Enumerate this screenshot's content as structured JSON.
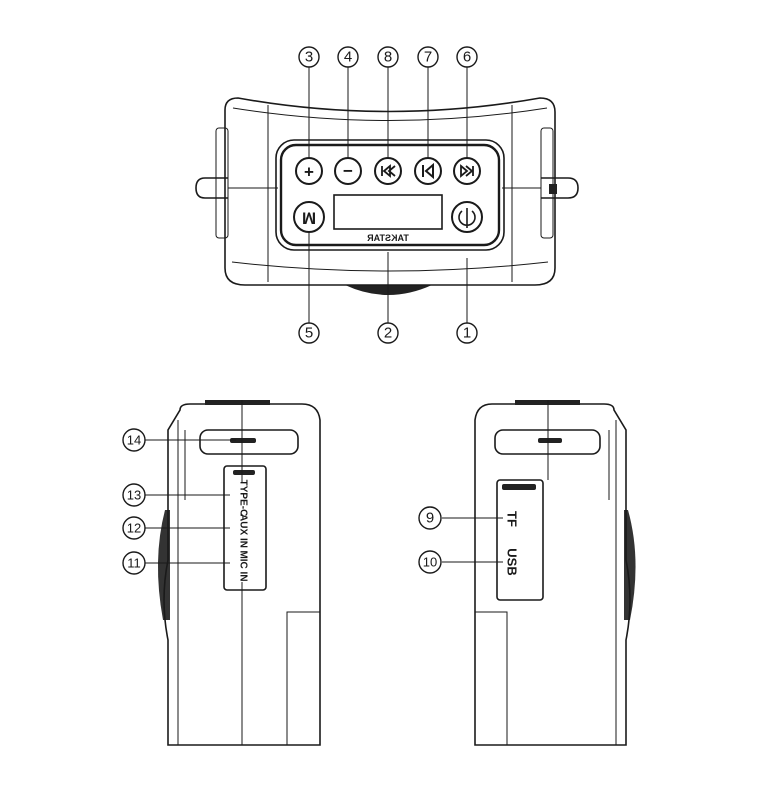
{
  "top_view": {
    "brand_logo": "TAKSTAR",
    "callouts": {
      "c1": "1",
      "c2": "2",
      "c3": "3",
      "c4": "4",
      "c5": "5",
      "c6": "6",
      "c7": "7",
      "c8": "8"
    },
    "buttons": {
      "plus": "+",
      "minus": "−",
      "mode": "M"
    }
  },
  "left_view": {
    "callouts": {
      "c11": "11",
      "c12": "12",
      "c13": "13",
      "c14": "14"
    },
    "ports": {
      "type_c": "TYPE-C",
      "aux_in": "AUX IN",
      "mic_in": "MIC IN"
    }
  },
  "right_view": {
    "callouts": {
      "c9": "9",
      "c10": "10"
    },
    "ports": {
      "tf": "TF",
      "usb": "USB"
    }
  }
}
